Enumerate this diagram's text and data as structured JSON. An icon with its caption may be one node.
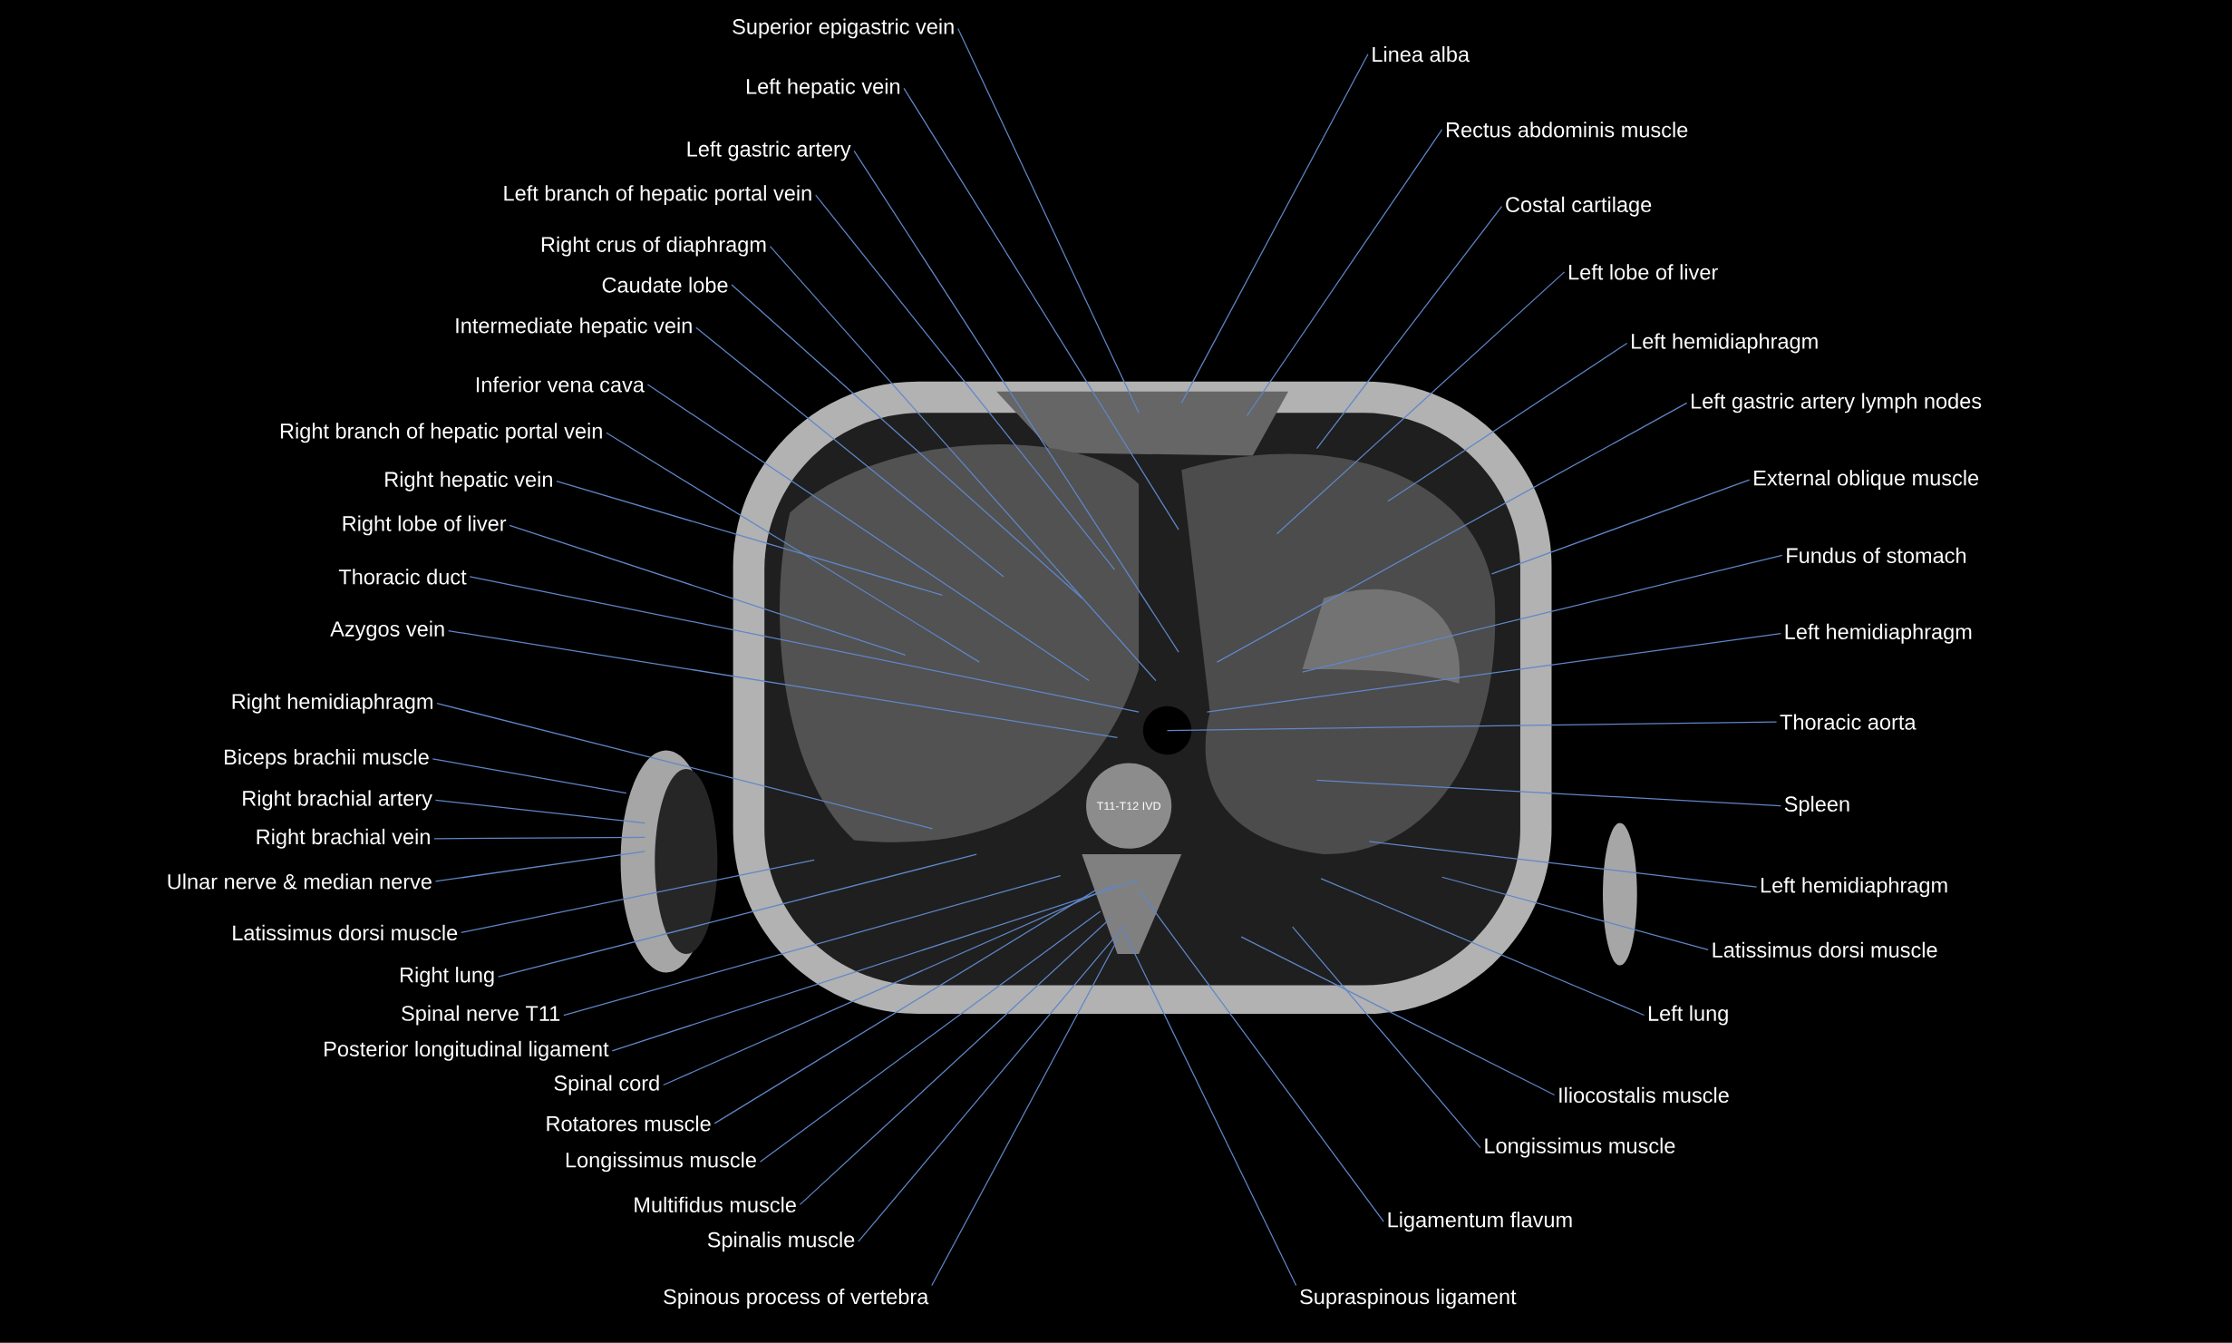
{
  "diagram": {
    "nodes": [
      {
        "text": [
          "Superior epigastric vein"
        ]
      },
      {
        "text": [
          "Left hepatic vein"
        ]
      },
      {
        "text": [
          "Left gastric artery"
        ]
      },
      {
        "text": [
          "Left branch of hepatic portal vein"
        ]
      },
      {
        "text": [
          "Right crus of diaphragm"
        ]
      },
      {
        "text": [
          "Caudate lobe"
        ]
      },
      {
        "text": [
          "Intermediate hepatic vein"
        ]
      },
      {
        "text": [
          "Inferior vena cava"
        ]
      },
      {
        "text": [
          "Right branch of hepatic portal vein"
        ]
      },
      {
        "text": [
          "Right hepatic vein"
        ]
      },
      {
        "text": [
          "Right lobe of liver"
        ]
      },
      {
        "text": [
          "Thoracic duct"
        ]
      },
      {
        "text": [
          "Azygos vein"
        ]
      },
      {
        "text": [
          "Right hemidiaphragm"
        ]
      },
      {
        "text": [
          "Biceps brachii muscle"
        ]
      },
      {
        "text": [
          "Right brachial artery"
        ]
      },
      {
        "text": [
          "Right brachial vein"
        ]
      },
      {
        "text": [
          "Ulnar nerve & median nerve"
        ]
      },
      {
        "text": [
          "Latissimus dorsi muscle"
        ]
      },
      {
        "text": [
          "Right lung"
        ]
      },
      {
        "text": [
          "Spinal nerve T11"
        ]
      },
      {
        "text": [
          "Posterior longitudinal ligament"
        ]
      },
      {
        "text": [
          "Spinal cord"
        ]
      },
      {
        "text": [
          "Rotatores muscle"
        ]
      },
      {
        "text": [
          "Longissimus muscle"
        ]
      },
      {
        "text": [
          "Multifidus muscle"
        ]
      },
      {
        "text": [
          "Spinalis muscle"
        ]
      },
      {
        "text": [
          "Spinous process of vertebra"
        ]
      },
      {
        "text": [
          "Linea alba"
        ]
      },
      {
        "text": [
          "Rectus abdominis muscle"
        ]
      },
      {
        "text": [
          "Costal cartilage"
        ]
      },
      {
        "text": [
          "Left lobe of liver"
        ]
      },
      {
        "text": [
          "Left hemidiaphragm"
        ]
      },
      {
        "text": [
          "Left gastric artery lymph nodes"
        ]
      },
      {
        "text": [
          "External oblique muscle"
        ]
      },
      {
        "text": [
          "Fundus of stomach"
        ]
      },
      {
        "text": [
          "Left hemidiaphragm"
        ]
      },
      {
        "text": [
          "Thoracic aorta"
        ]
      },
      {
        "text": [
          "Spleen"
        ]
      },
      {
        "text": [
          "Left hemidiaphragm"
        ]
      },
      {
        "text": [
          "Latissimus dorsi muscle"
        ]
      },
      {
        "text": [
          "Left lung"
        ]
      },
      {
        "text": [
          "Iliocostalis muscle"
        ]
      },
      {
        "text": [
          "Longissimus muscle"
        ]
      },
      {
        "text": [
          "Ligamentum flavum"
        ]
      },
      {
        "text": [
          "Supraspinous ligament"
        ]
      }
    ],
    "edges": [
      {
        "from": 0,
        "to": null,
        "arrow": "none"
      },
      {
        "from": 1,
        "to": null,
        "arrow": "none"
      },
      {
        "from": 2,
        "to": null,
        "arrow": "none"
      },
      {
        "from": 3,
        "to": null,
        "arrow": "none"
      },
      {
        "from": 4,
        "to": null,
        "arrow": "none"
      },
      {
        "from": 5,
        "to": null,
        "arrow": "none"
      },
      {
        "from": 6,
        "to": null,
        "arrow": "none"
      },
      {
        "from": 7,
        "to": null,
        "arrow": "none"
      },
      {
        "from": 8,
        "to": null,
        "arrow": "none"
      },
      {
        "from": 9,
        "to": null,
        "arrow": "none"
      },
      {
        "from": 10,
        "to": null,
        "arrow": "none"
      },
      {
        "from": 11,
        "to": null,
        "arrow": "none"
      },
      {
        "from": 12,
        "to": null,
        "arrow": "none"
      },
      {
        "from": 13,
        "to": null,
        "arrow": "none"
      },
      {
        "from": 14,
        "to": null,
        "arrow": "none"
      },
      {
        "from": 15,
        "to": null,
        "arrow": "none"
      },
      {
        "from": 16,
        "to": null,
        "arrow": "none"
      },
      {
        "from": 17,
        "to": null,
        "arrow": "none"
      },
      {
        "from": 18,
        "to": null,
        "arrow": "none"
      },
      {
        "from": 19,
        "to": null,
        "arrow": "none"
      },
      {
        "from": 20,
        "to": null,
        "arrow": "none"
      },
      {
        "from": 21,
        "to": null,
        "arrow": "none"
      },
      {
        "from": 22,
        "to": null,
        "arrow": "none"
      },
      {
        "from": 23,
        "to": null,
        "arrow": "none"
      },
      {
        "from": 24,
        "to": null,
        "arrow": "none"
      },
      {
        "from": 25,
        "to": null,
        "arrow": "none"
      },
      {
        "from": 26,
        "to": null,
        "arrow": "none"
      },
      {
        "from": 27,
        "to": null,
        "arrow": "none"
      },
      {
        "from": 28,
        "to": null,
        "arrow": "none"
      },
      {
        "from": 29,
        "to": null,
        "arrow": "none"
      },
      {
        "from": 30,
        "to": null,
        "arrow": "none"
      },
      {
        "from": 31,
        "to": null,
        "arrow": "none"
      },
      {
        "from": 32,
        "to": null,
        "arrow": "none"
      },
      {
        "from": 33,
        "to": null,
        "arrow": "none"
      },
      {
        "from": 34,
        "to": null,
        "arrow": "none"
      },
      {
        "from": 35,
        "to": null,
        "arrow": "none"
      },
      {
        "from": 36,
        "to": null,
        "arrow": "none"
      },
      {
        "from": 37,
        "to": null,
        "arrow": "none"
      },
      {
        "from": 38,
        "to": null,
        "arrow": "none"
      },
      {
        "from": 39,
        "to": null,
        "arrow": "none"
      },
      {
        "from": 40,
        "to": null,
        "arrow": "none"
      },
      {
        "from": 41,
        "to": null,
        "arrow": "none"
      },
      {
        "from": 42,
        "to": null,
        "arrow": "none"
      },
      {
        "from": 43,
        "to": null,
        "arrow": "none"
      },
      {
        "from": 44,
        "to": null,
        "arrow": "none"
      },
      {
        "from": 45,
        "to": null,
        "arrow": "none"
      }
    ],
    "labels": [
      "T11-T12 IVD"
    ]
  }
}
